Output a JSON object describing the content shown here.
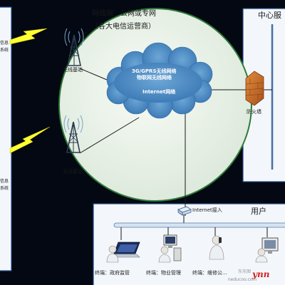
{
  "network": {
    "title": "网络端：公网或专网",
    "subtitle": "（各大电信运营商）",
    "base_station_label": "无线基站",
    "cloud_lines": [
      "3G/GPRS无线网络",
      "物联网无线网络",
      "Internet网络"
    ]
  },
  "left_panel": {
    "group_top": [
      "信息",
      "系统"
    ],
    "group_bottom": [
      "信息",
      "系统"
    ]
  },
  "center": {
    "title": "中心服",
    "firewall_label": "防火墙"
  },
  "user": {
    "title": "用户",
    "internet_access": "Internet接入",
    "terminals": [
      "终端：政府监管",
      "终端：物业管理",
      "终端：维修公…"
    ]
  },
  "watermark": {
    "brand": "ynn",
    "site": "neducoo.com",
    "mark": "东东图"
  },
  "colors": {
    "background": "#030812",
    "globe_fill": "#eef6ee",
    "globe_border": "#2f7a38",
    "panel_fill": "#f3f7fb",
    "cloud": "#4d8fc6",
    "lightning": "#ffff33",
    "firewall": "#c76a2a"
  },
  "icons": [
    "lightning-icon",
    "antenna-tower-icon",
    "cloud-icon",
    "firewall-icon",
    "router-icon",
    "person-laptop-icon",
    "person-desktop-icon",
    "person-phone-icon",
    "person-monitor-icon"
  ]
}
